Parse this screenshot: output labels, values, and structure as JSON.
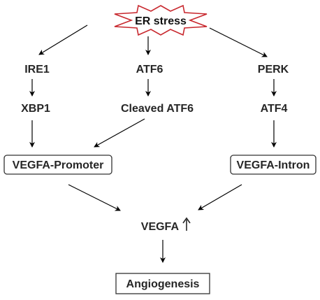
{
  "colors": {
    "star_stroke": "#c8282e",
    "star_fill": "#ffffff",
    "text": "#262626",
    "arrow": "#000000",
    "box_stroke": "#333333"
  },
  "nodes": {
    "er_stress": "ER stress",
    "ire1": "IRE1",
    "atf6": "ATF6",
    "perk": "PERK",
    "xbp1": "XBP1",
    "cleaved_atf6": "Cleaved ATF6",
    "atf4": "ATF4",
    "vegfa_promoter": "VEGFA-Promoter",
    "vegfa_intron": "VEGFA-Intron",
    "vegfa": "VEGFA",
    "up_arrow_icon": "up-arrow-icon",
    "angiogenesis": "Angiogenesis"
  }
}
